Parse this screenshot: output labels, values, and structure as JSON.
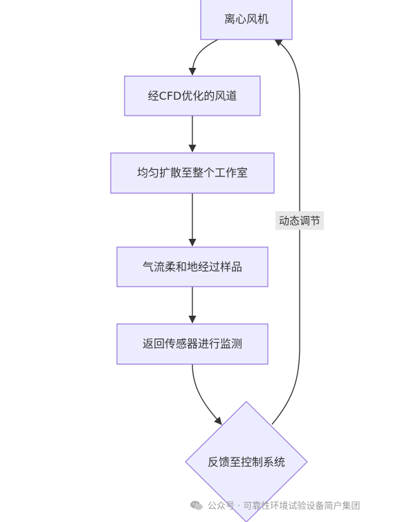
{
  "diagram": {
    "nodes": {
      "fan": "离心风机",
      "duct": "经CFD优化的风道",
      "spread": "均匀扩散至整个工作室",
      "flow": "气流柔和地经过样品",
      "sensor": "返回传感器进行监测",
      "control": "反馈至控制系统"
    },
    "edge_label": "动态调节"
  },
  "watermark": {
    "text": "公众号 · 可靠性环境试验设备简户集团",
    "icon": "wechat-icon"
  },
  "colors": {
    "node_fill": "#ececff",
    "node_stroke": "#9370db",
    "edge": "#333333"
  }
}
